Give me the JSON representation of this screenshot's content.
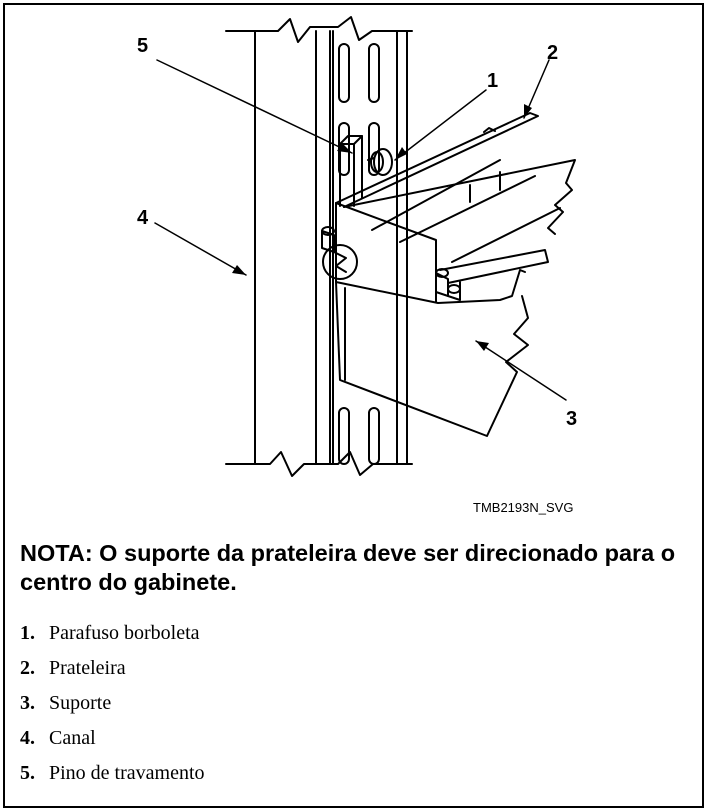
{
  "figure": {
    "id_label": "TMB2193N_SVG",
    "callouts": [
      "1",
      "2",
      "3",
      "4",
      "5"
    ]
  },
  "note": "NOTA: O suporte da prateleira deve ser direcionado para o centro do gabinete.",
  "legend": [
    {
      "num": "1.",
      "label": "Parafuso borboleta"
    },
    {
      "num": "2.",
      "label": "Prateleira"
    },
    {
      "num": "3.",
      "label": "Suporte"
    },
    {
      "num": "4.",
      "label": "Canal"
    },
    {
      "num": "5.",
      "label": "Pino de travamento"
    }
  ],
  "colors": {
    "ink": "#000000",
    "background": "#ffffff"
  }
}
